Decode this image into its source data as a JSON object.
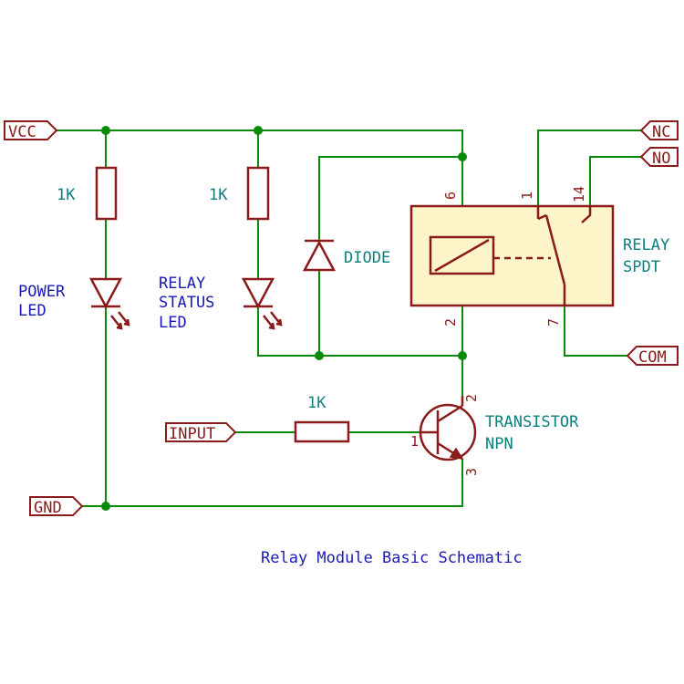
{
  "ports": {
    "vcc": "VCC",
    "gnd": "GND",
    "input": "INPUT",
    "nc": "NC",
    "no": "NO",
    "com": "COM"
  },
  "resistors": {
    "r1_value": "1K",
    "r2_value": "1K",
    "r3_value": "1K"
  },
  "leds": {
    "power_label_line1": "POWER",
    "power_label_line2": "LED",
    "status_label_line1": "RELAY",
    "status_label_line2": "STATUS",
    "status_label_line3": "LED"
  },
  "diode": {
    "label": "DIODE"
  },
  "relay": {
    "label_line1": "RELAY",
    "label_line2": "SPDT",
    "pin_coil_top": "6",
    "pin_coil_bottom": "2",
    "pin_nc": "1",
    "pin_no": "14",
    "pin_com": "7"
  },
  "transistor": {
    "label_line1": "TRANSISTOR",
    "label_line2": "NPN",
    "pin_base": "1",
    "pin_collector": "2",
    "pin_emitter": "3"
  },
  "caption": "Relay Module Basic Schematic",
  "colors": {
    "wire": "#0a8a0a",
    "component": "#8b1a1a",
    "relay_fill": "#fdf4c8",
    "value_text": "#0e7e7e",
    "label_text": "#1a1ab4"
  }
}
